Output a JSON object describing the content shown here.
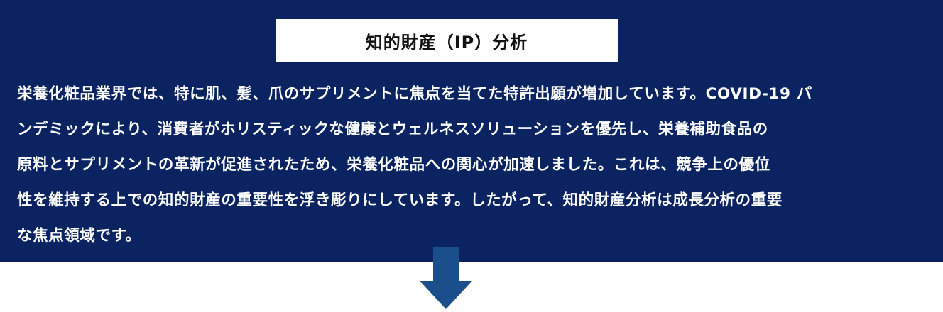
{
  "title": "知的財産（IP）分析",
  "body_lines": [
    "栄養化粧品業界では、特に肌、髪、爪のサプリメントに焦点を当てた特許出願が増加しています。COVID-19 パ",
    "ンデミックにより、消費者がホリスティックな健康とウェルネスソリューションを優先し、栄養補助食品の",
    "原料とサプリメントの革新が促進されたため、栄養化粧品への関心が加速しました。これは、競争上の優位",
    "性を維持する上での知的財産の重要性を浮き彫りにしています。したがって、知的財産分析は成長分析の重要",
    "な焦点領域です。"
  ],
  "colors": {
    "panel": "#0b2461",
    "arrow": "#1b4f8c"
  }
}
